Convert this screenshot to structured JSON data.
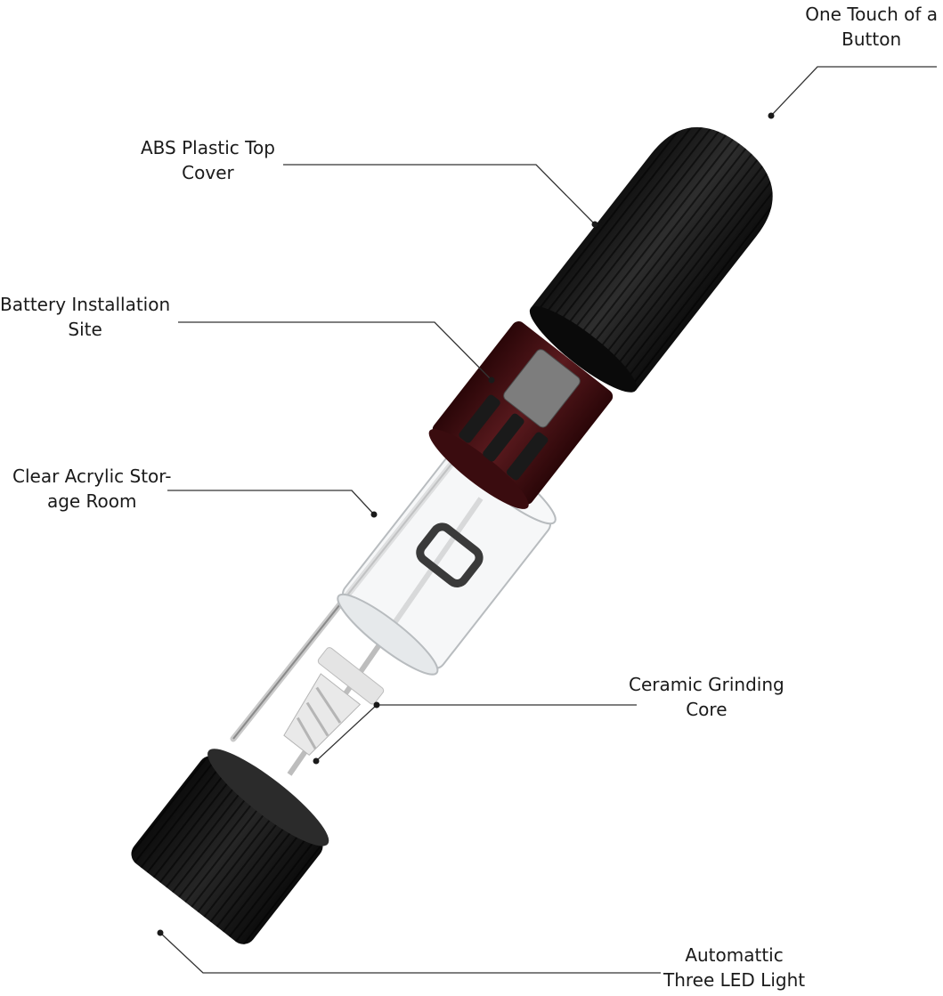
{
  "labels": {
    "button": [
      "One Touch of a",
      "Button"
    ],
    "top_cover": [
      "ABS Plastic Top",
      "Cover"
    ],
    "battery": [
      "Battery Installation",
      "Site"
    ],
    "storage": [
      "Clear Acrylic Stor-",
      "age Room"
    ],
    "grinding": [
      "Ceramic Grinding",
      "Core"
    ],
    "led": [
      "Automattic",
      "Three LED Light"
    ]
  },
  "colors": {
    "body_black": "#1c1c1c",
    "battery_maroon": "#4a1417",
    "leader_line": "#333333",
    "acrylic": "#cfd3d6"
  }
}
